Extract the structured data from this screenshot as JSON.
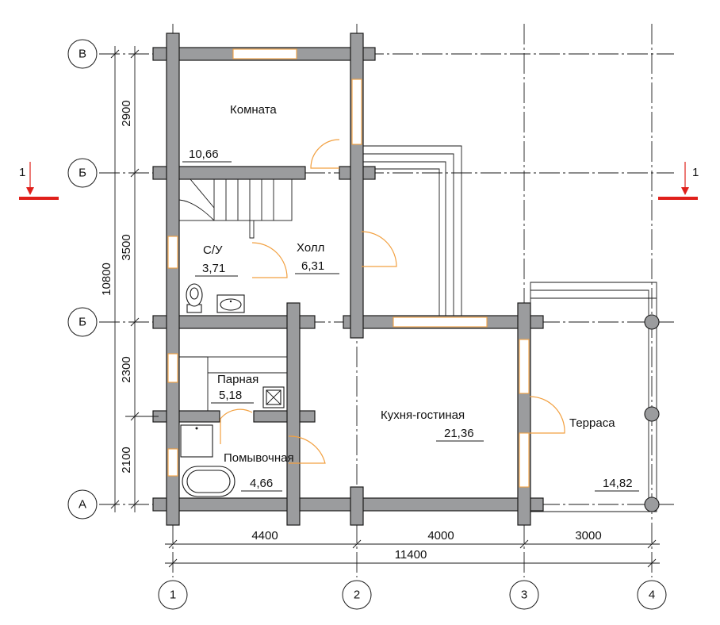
{
  "axes": {
    "rows": [
      "В",
      "Б",
      "Б",
      "А"
    ],
    "cols": [
      "1",
      "2",
      "3",
      "4"
    ]
  },
  "section_mark": "1",
  "rooms": [
    {
      "name": "Комната",
      "area": "10,66"
    },
    {
      "name": "С/У",
      "area": "3,71"
    },
    {
      "name": "Холл",
      "area": "6,31"
    },
    {
      "name": "Парная",
      "area": "5,18"
    },
    {
      "name": "Помывочная",
      "area": "4,66"
    },
    {
      "name": "Кухня-гостиная",
      "area": "21,36"
    },
    {
      "name": "Терраса",
      "area": "14,82"
    }
  ],
  "dimensions": {
    "vertical": [
      "2900",
      "3500",
      "2300",
      "2100"
    ],
    "vertical_total": "10800",
    "horizontal": [
      "4400",
      "4000",
      "3000"
    ],
    "horizontal_total": "11400"
  },
  "colors": {
    "wall": "#9b9c9e",
    "opening": "#f2a040",
    "section": "#e0201b"
  }
}
